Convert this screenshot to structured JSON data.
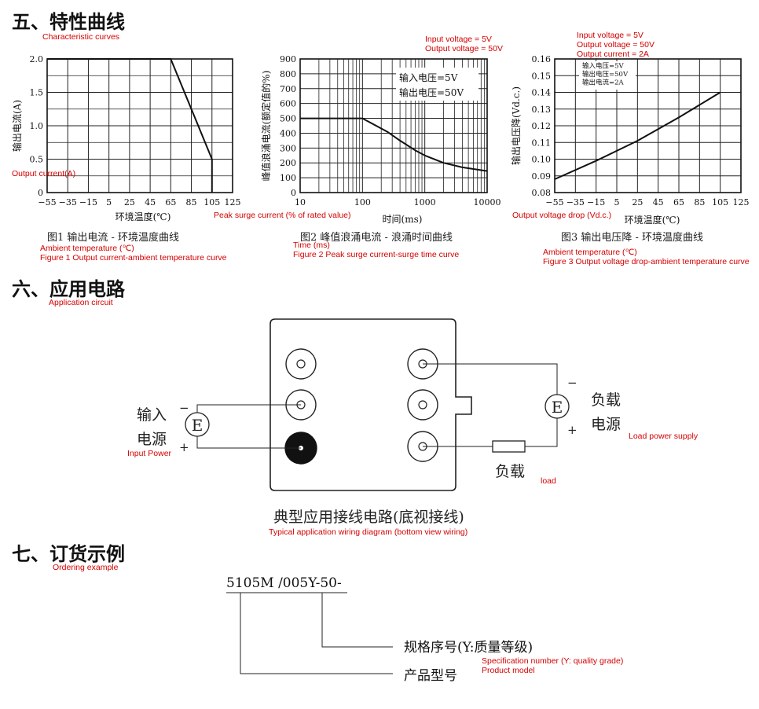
{
  "sections": {
    "s5": {
      "title": "五、特性曲线",
      "en": "Characteristic curves"
    },
    "s6": {
      "title": "六、应用电路",
      "en": "Application circuit"
    },
    "s7": {
      "title": "七、订货示例",
      "en": "Ordering example"
    }
  },
  "chart_data": [
    {
      "type": "line",
      "ylabel": "输出电流(A)",
      "xlabel": "环境温度(℃)",
      "xticks": [
        "-55",
        "-35",
        "-15",
        "5",
        "25",
        "45",
        "65",
        "85",
        "105",
        "125"
      ],
      "yticks": [
        "0",
        "0.5",
        "1.0",
        "1.5",
        "2.0"
      ],
      "xlim": [
        -55,
        125
      ],
      "ylim": [
        0,
        2.0
      ],
      "grid": true,
      "series": [
        {
          "x": [
            -55,
            65,
            105,
            105
          ],
          "y": [
            2.0,
            2.0,
            0.5,
            0
          ]
        }
      ],
      "caption": "图1 输出电流 - 环境温度曲线",
      "annotations_en": {
        "ylabel": "Output current(A)",
        "xlabel": "Ambient temperature (℃)",
        "caption": "Figure 1 Output current-ambient temperature curve"
      }
    },
    {
      "type": "line",
      "ylabel": "峰值浪涌电流(额定值的%)",
      "xlabel": "时间(ms)",
      "xscale": "log",
      "xticks": [
        "10",
        "100",
        "1000",
        "10000"
      ],
      "yticks": [
        "0",
        "100",
        "200",
        "300",
        "400",
        "500",
        "600",
        "700",
        "800",
        "900"
      ],
      "xlim": [
        10,
        10000
      ],
      "ylim": [
        0,
        900
      ],
      "grid": true,
      "legend": [
        "输入电压=5V",
        "输出电压=50V"
      ],
      "series": [
        {
          "x": [
            10,
            100,
            150,
            250,
            400,
            700,
            1000,
            2000,
            4000,
            10000
          ],
          "y": [
            500,
            500,
            460,
            410,
            350,
            285,
            250,
            200,
            170,
            145
          ]
        }
      ],
      "caption": "图2 峰值浪涌电流 - 浪涌时间曲线",
      "annotations_en": {
        "top1": "Input voltage = 5V",
        "top2": "Output voltage = 50V",
        "ylabel": "Peak surge current (% of rated value)",
        "xlabel": "Time (ms)",
        "caption": "Figure 2 Peak surge current-surge time curve"
      }
    },
    {
      "type": "line",
      "ylabel": "输出电压降(Vd.c.)",
      "xlabel": "环境温度(℃)",
      "xticks": [
        "-55",
        "-35",
        "-15",
        "5",
        "25",
        "45",
        "65",
        "85",
        "105",
        "125"
      ],
      "yticks": [
        "0.08",
        "0.09",
        "0.10",
        "0.11",
        "0.12",
        "0.13",
        "0.14",
        "0.15",
        "0.16"
      ],
      "xlim": [
        -55,
        125
      ],
      "ylim": [
        0.08,
        0.16
      ],
      "grid": true,
      "legend": [
        "输入电压=5V",
        "输出电压=50V",
        "输出电流=2A"
      ],
      "series": [
        {
          "x": [
            -55,
            -15,
            25,
            65,
            105
          ],
          "y": [
            0.088,
            0.099,
            0.111,
            0.125,
            0.14
          ]
        }
      ],
      "caption": "图3 输出电压降 - 环境温度曲线",
      "annotations_en": {
        "top1": "Input voltage = 5V",
        "top2": "Output voltage = 50V",
        "top3": "Output current = 2A",
        "ylabel": "Output voltage drop (Vd.c.)",
        "xlabel": "Ambient temperature (℃)",
        "caption": "Figure 3 Output voltage drop-ambient temperature curve"
      }
    }
  ],
  "circuit": {
    "input_label_1": "输入",
    "input_label_2": "电源",
    "input_en": "Input Power",
    "source_symbol": "E",
    "minus": "−",
    "plus": "+",
    "load_supply_1": "负载",
    "load_supply_2": "电源",
    "load_supply_en": "Load power supply",
    "load": "负载",
    "load_en": "load",
    "caption": "典型应用接线电路(底视接线)",
    "caption_en": "Typical application wiring diagram (bottom view wiring)"
  },
  "ordering": {
    "code": "5105M /005Y-50-",
    "spec_label": "规格序号(Y:质量等级)",
    "spec_en": "Specification number (Y: quality grade)",
    "model_label": "产品型号",
    "model_en": "Product model"
  }
}
